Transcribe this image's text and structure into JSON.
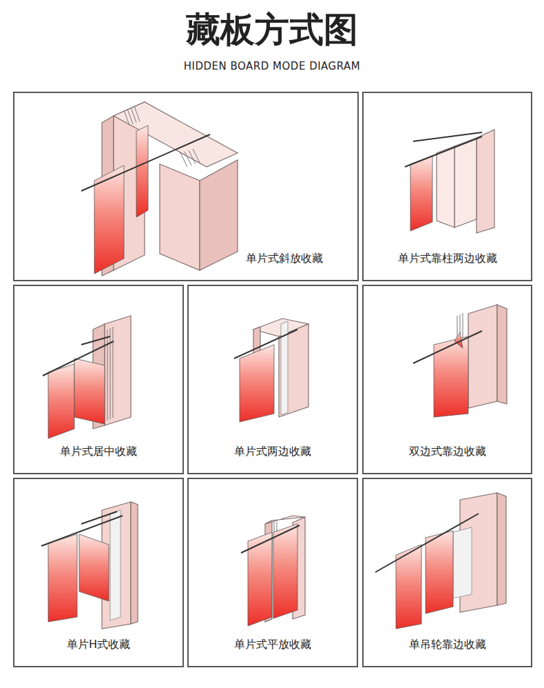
{
  "diagram": {
    "title": "藏板方式图",
    "nodes": [
      {
        "text": [
          "单片式斜放收藏"
        ]
      },
      {
        "text": [
          "单片式靠柱两边收藏"
        ]
      },
      {
        "text": [
          "单片式居中收藏"
        ]
      },
      {
        "text": [
          "单片式两边收藏"
        ]
      },
      {
        "text": [
          "双边式靠边收藏"
        ]
      },
      {
        "text": [
          "单片H式收藏"
        ]
      },
      {
        "text": [
          "单片式平放收藏"
        ]
      },
      {
        "text": [
          "单吊轮靠边收藏"
        ]
      }
    ],
    "labels": [
      "HIDDEN BOARD MODE DIAGRAM"
    ]
  }
}
